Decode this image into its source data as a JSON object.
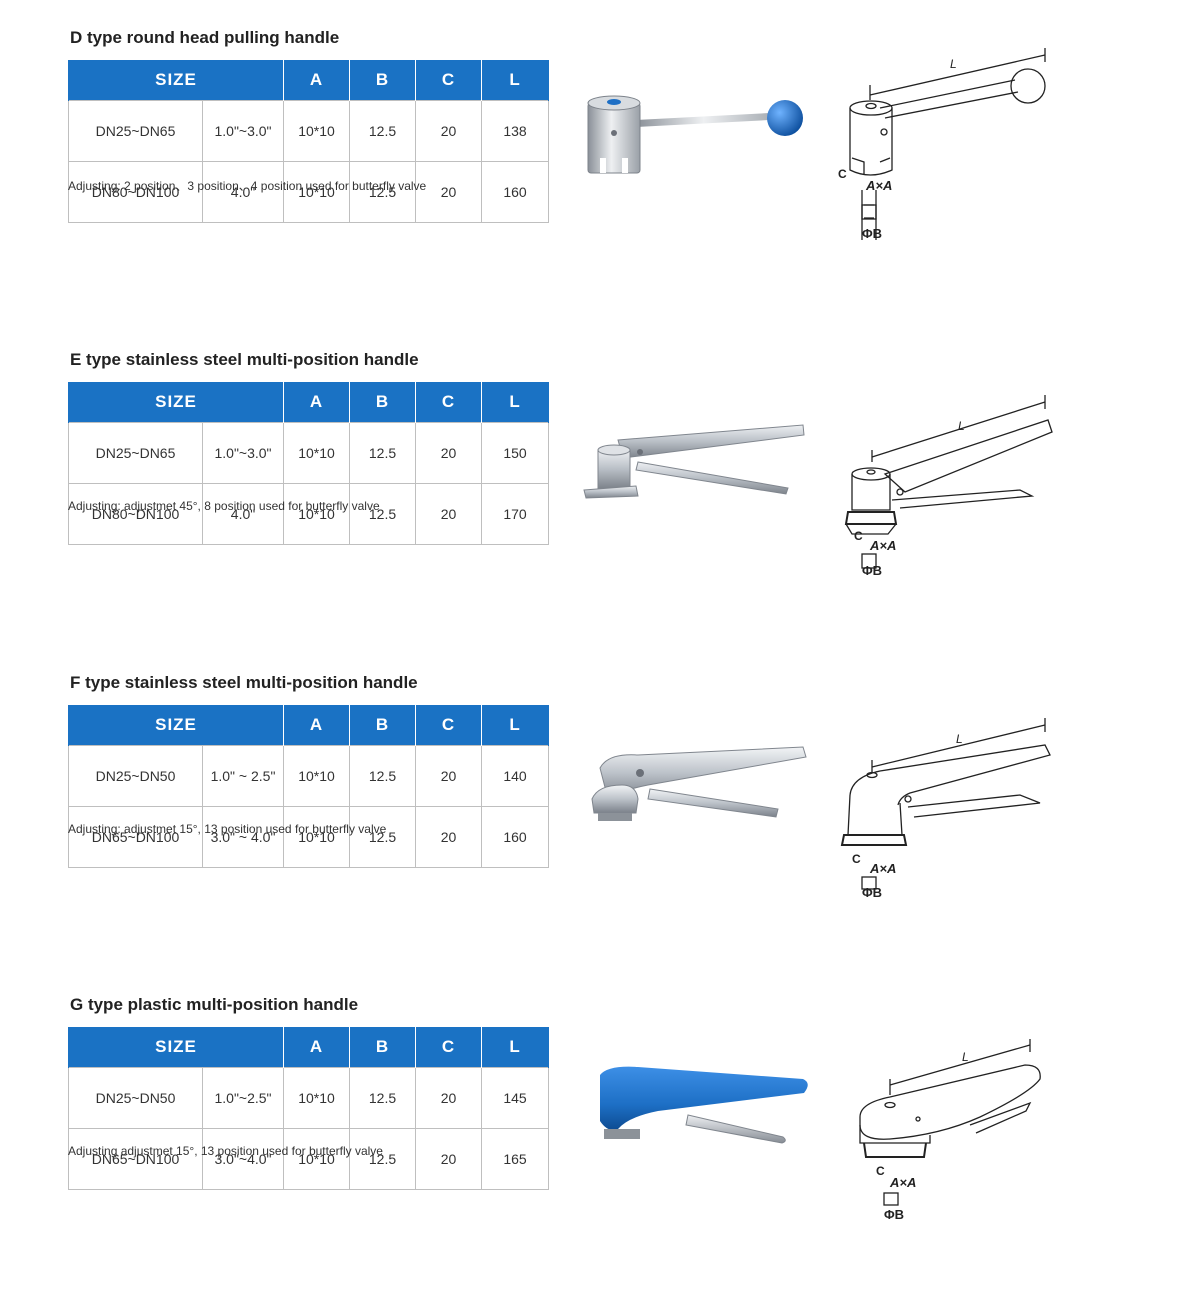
{
  "table_headers": [
    "SIZE",
    "A",
    "B",
    "C",
    "L"
  ],
  "sections": [
    {
      "title": "D type round head pulling handle",
      "rows": [
        [
          "DN25~DN65",
          "1.0\"~3.0\"",
          "10*10",
          "12.5",
          "20",
          "138"
        ],
        [
          "DN80~DN100",
          "4.0\"",
          "10*10",
          "12.5",
          "20",
          "160"
        ]
      ],
      "note": "Adjusting: 2 position、3 position、4 position used for butterfly valve"
    },
    {
      "title": "E type stainless steel multi-position handle",
      "rows": [
        [
          "DN25~DN65",
          "1.0\"~3.0\"",
          "10*10",
          "12.5",
          "20",
          "150"
        ],
        [
          "DN80~DN100",
          "4.0\"",
          "10*10",
          "12.5",
          "20",
          "170"
        ]
      ],
      "note": "Adjusting: adjustmet 45°, 8 position used for butterfly valve"
    },
    {
      "title": "F type stainless steel multi-position handle",
      "rows": [
        [
          "DN25~DN50",
          "1.0\" ~ 2.5\"",
          "10*10",
          "12.5",
          "20",
          "140"
        ],
        [
          "DN65~DN100",
          "3.0\" ~ 4.0\"",
          "10*10",
          "12.5",
          "20",
          "160"
        ]
      ],
      "note": "Adjusting: adjustmet 15°, 13 position used for butterfly valve"
    },
    {
      "title": "G type plastic multi-position handle",
      "rows": [
        [
          "DN25~DN50",
          "1.0\"~2.5\"",
          "10*10",
          "12.5",
          "20",
          "145"
        ],
        [
          "DN65~DN100",
          "3.0\"~4.0\"",
          "10*10",
          "12.5",
          "20",
          "165"
        ]
      ],
      "note": "Adjusting adjustmet 15°, 13 position used for butterfly valve"
    }
  ],
  "drawing_labels": {
    "length": "L",
    "square": "A×A",
    "diameter": "ΦB",
    "c_mark": "C"
  },
  "colors": {
    "header_blue": "#1a72c4",
    "handle_blue": "#1d6fc5",
    "steel": "#b9bfc6"
  }
}
